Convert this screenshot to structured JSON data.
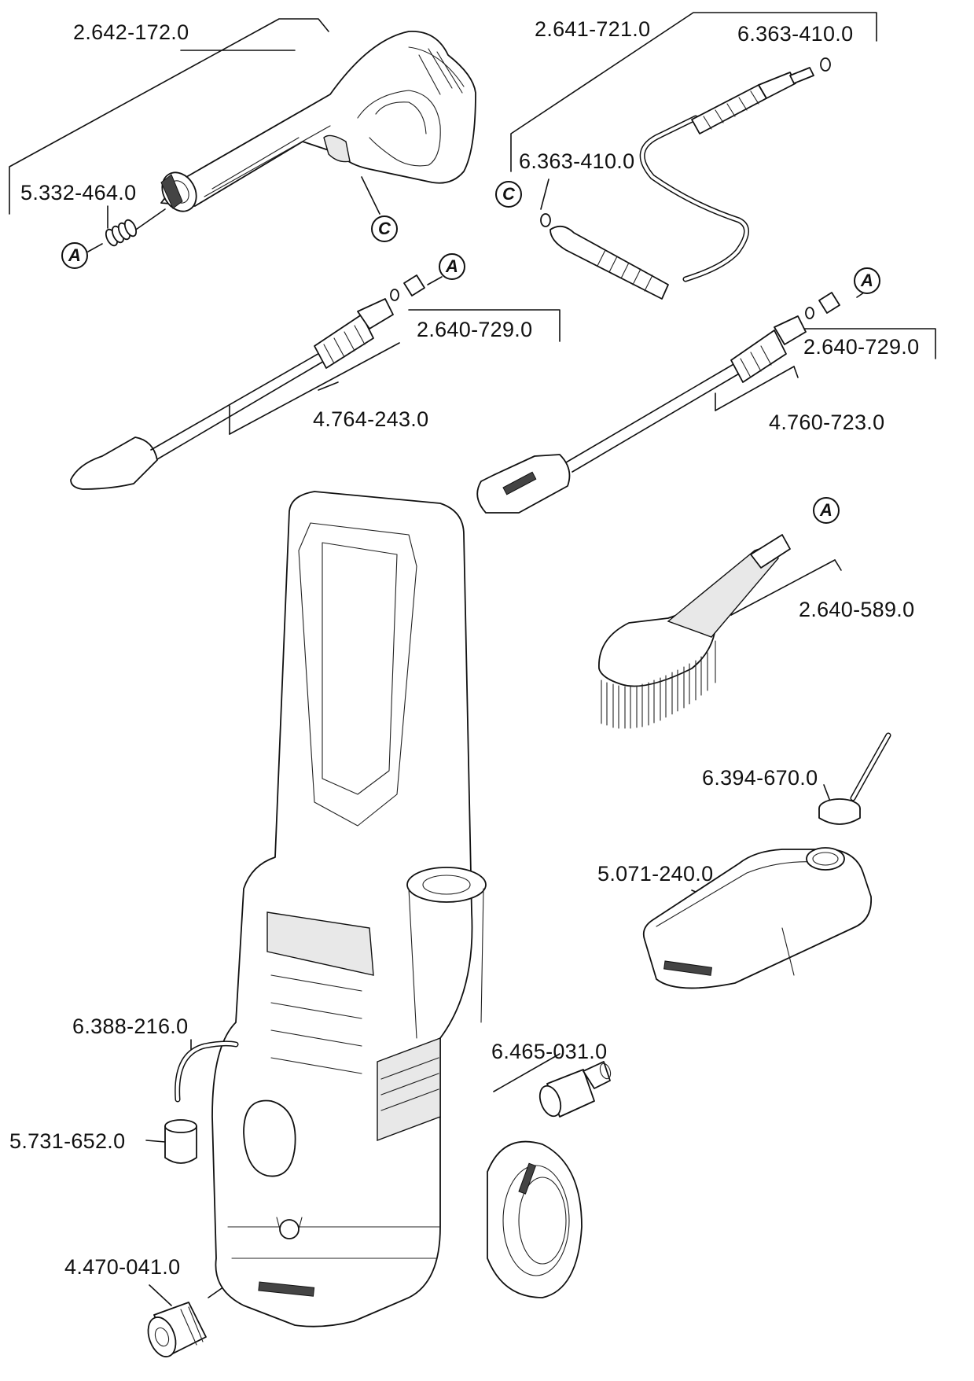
{
  "parts": [
    {
      "id": "p-trigger-gun",
      "number": "2.642-172.0"
    },
    {
      "id": "p-hose",
      "number": "2.641-721.0"
    },
    {
      "id": "p-hose-oring-top",
      "number": "6.363-410.0"
    },
    {
      "id": "p-hose-oring-left",
      "number": "6.363-410.0"
    },
    {
      "id": "p-gun-spring",
      "number": "5.332-464.0"
    },
    {
      "id": "p-lance-adapter-left",
      "number": "2.640-729.0"
    },
    {
      "id": "p-dirt-blaster-lance",
      "number": "4.764-243.0"
    },
    {
      "id": "p-lance-adapter-right",
      "number": "2.640-729.0"
    },
    {
      "id": "p-vario-lance",
      "number": "4.760-723.0"
    },
    {
      "id": "p-wash-brush",
      "number": "2.640-589.0"
    },
    {
      "id": "p-detergent-cap",
      "number": "6.394-670.0"
    },
    {
      "id": "p-detergent-tank",
      "number": "5.071-240.0"
    },
    {
      "id": "p-suction-hose",
      "number": "6.388-216.0"
    },
    {
      "id": "p-water-inlet-coupling",
      "number": "6.465-031.0"
    },
    {
      "id": "p-filter",
      "number": "5.731-652.0"
    },
    {
      "id": "p-connector",
      "number": "4.470-041.0"
    }
  ],
  "connection_tags": {
    "a": "A",
    "c": "C"
  }
}
